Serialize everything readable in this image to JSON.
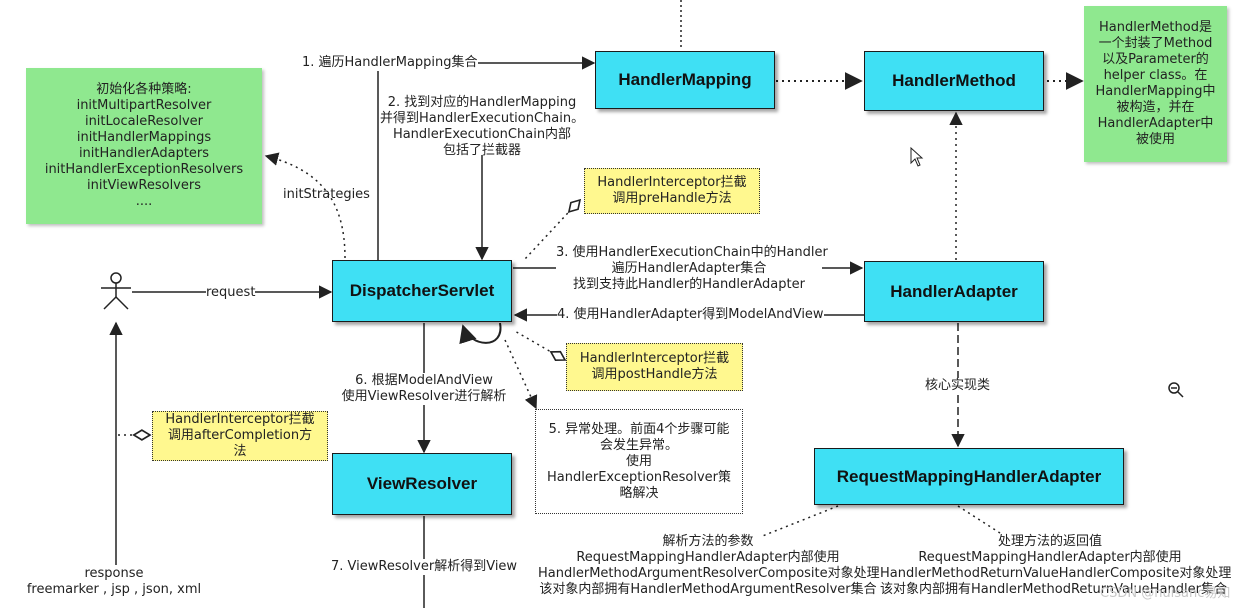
{
  "nodes": {
    "handler_mapping": "HandlerMapping",
    "handler_method": "HandlerMethod",
    "dispatcher_servlet": "DispatcherServlet",
    "handler_adapter": "HandlerAdapter",
    "view_resolver": "ViewResolver",
    "request_mapping_handler_adapter": "RequestMappingHandlerAdapter"
  },
  "notes": {
    "init_strategies": [
      "初始化各种策略:",
      "initMultipartResolver",
      "initLocaleResolver",
      "initHandlerMappings",
      "initHandlerAdapters",
      "initHandlerExceptionResolvers",
      "initViewResolvers",
      "...."
    ],
    "handler_method_desc": [
      "HandlerMethod是",
      "一个封装了Method",
      "以及Parameter的",
      "helper class。在",
      "HandlerMapping中",
      "被构造，并在",
      "HandlerAdapter中",
      "被使用"
    ],
    "pre_handle": [
      "HandlerInterceptor拦截",
      "调用preHandle方法"
    ],
    "post_handle": [
      "HandlerInterceptor拦截",
      "调用postHandle方法"
    ],
    "after_completion": [
      "HandlerInterceptor拦截",
      "调用afterCompletion方",
      "法"
    ],
    "exception_handling": [
      "5. 异常处理。前面4个步骤可能",
      "会发生异常。",
      "使用",
      "HandlerExceptionResolver策",
      "略解决"
    ]
  },
  "labels": {
    "step1": "1. 遍历HandlerMapping集合",
    "step2": [
      "2. 找到对应的HandlerMapping",
      "并得到HandlerExecutionChain。",
      "HandlerExecutionChain内部",
      "包括了拦截器"
    ],
    "init_strategies": "initStrategies",
    "request": "request",
    "step3": [
      "3. 使用HandlerExecutionChain中的Handler",
      "遍历HandlerAdapter集合",
      "找到支持此Handler的HandlerAdapter"
    ],
    "step4": "4. 使用HandlerAdapter得到ModelAndView",
    "step6": [
      "6. 根据ModelAndView",
      "使用ViewResolver进行解析"
    ],
    "core_impl": "核心实现类",
    "step7": "7. ViewResolver解析得到View",
    "response": [
      "response",
      "freemarker , jsp , json, xml"
    ],
    "params": [
      "解析方法的参数",
      "RequestMappingHandlerAdapter内部使用",
      "HandlerMethodArgumentResolverComposite对象处理",
      "该对象内部拥有HandlerMethodArgumentResolver集合"
    ],
    "return_value": [
      "处理方法的返回值",
      "RequestMappingHandlerAdapter内部使用",
      "HandlerMethodReturnValueHandlerComposite对象处理",
      "该对象内部拥有HandlerMethodReturnValueHandler集合"
    ]
  },
  "watermark": "CSDN @nuisanc易知",
  "colors": {
    "node": "#3fe0f4",
    "note_green": "#8fe88f",
    "note_yellow": "#fff88f"
  }
}
